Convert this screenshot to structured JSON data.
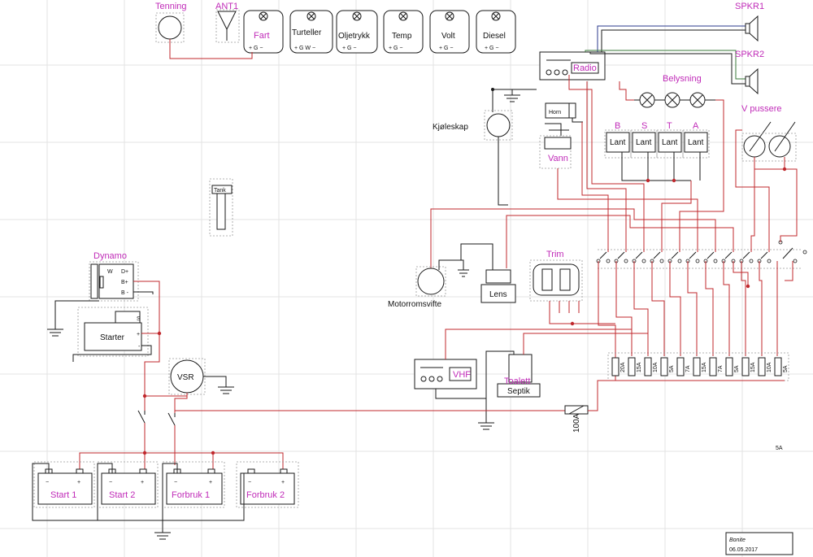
{
  "labels": {
    "tenning": "Tenning",
    "ant1": "ANT1",
    "fart": "Fart",
    "turteller": "Turteller",
    "oljetrykk": "Oljetrykk",
    "temp": "Temp",
    "volt": "Volt",
    "diesel": "Diesel",
    "radio": "Radio",
    "spkr1": "SPKR1",
    "spkr2": "SPKR2",
    "belysning": "Belysning",
    "v_pussere": "V pussere",
    "horn": "Horn",
    "vann": "Vann",
    "kjoleskap": "Kjøleskap",
    "tank": "Tank",
    "dynamo": "Dynamo",
    "starter": "Starter",
    "motorromsvifte": "Motorromsvifte",
    "lens": "Lens",
    "trim": "Trim",
    "vhf": "VHF",
    "toalett": "Toalett",
    "septik": "Septik",
    "vsr": "VSR",
    "fuse_main": "100A",
    "fuse_spare": "5A",
    "start1": "Start 1",
    "start2": "Start 2",
    "forbruk1": "Forbruk 1",
    "forbruk2": "Forbruk 2",
    "lant_b": "B",
    "lant_s": "S",
    "lant_t": "T",
    "lant_a": "A",
    "lant": "Lant",
    "footer_name": "Bonite",
    "footer_date": "06.05.2017"
  },
  "terminals": {
    "gauge_std": "+  G  −",
    "gauge_turteller": "+  G  W  −",
    "dynamo_w": "W",
    "dynamo_dplus": "D+",
    "dynamo_bplus": "B+",
    "dynamo_bminus": "B -",
    "starter_s": "S",
    "starter_plus": "+",
    "starter_minus": "-",
    "batt_minus": "−",
    "batt_plus": "+"
  },
  "fuses": [
    "20A",
    "15A",
    "10A",
    "5A",
    "7A",
    "15A",
    "7A",
    "5A",
    "15A",
    "10A",
    "5A"
  ],
  "colors": {
    "label_magenta": "#c02bb8",
    "wire_red": "#c0282d",
    "wire_black": "#1a1a1a",
    "wire_blue": "#2b3a8c",
    "wire_green": "#3a7a3a",
    "grid": "#e3e3e3"
  }
}
